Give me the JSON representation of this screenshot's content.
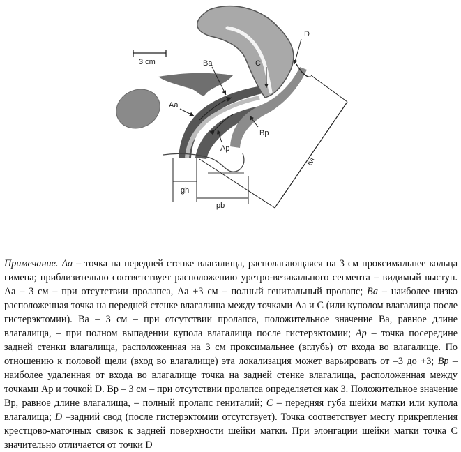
{
  "figure": {
    "scale_label": "3 cm",
    "labels": {
      "Ba": "Ba",
      "C": "C",
      "D": "D",
      "Aa": "Aa",
      "Ap": "Ap",
      "Bp": "Bp",
      "tvl": "tvl",
      "gh": "gh",
      "pb": "pb"
    }
  },
  "note": {
    "lead": "Примечание.",
    "term_aa": "Аа",
    "text_aa": " – точка на передней стенке влагалища, располагающаяся на 3 см проксимальнее кольца гимена; приблизительно соответствует расположению уретро-везикального сегмента – видимый выступ. Аа – 3 см – при отсутствии пролапса, Аа +3 см – полный генитальный пролапс; ",
    "term_ba": "Ва",
    "text_ba": " – наиболее низко расположенная точка на передней стенке влагалища между точками Аа и С (или куполом влагалища после гистерэктомии). Ва – 3 см – при отсутствии пролапса, положительное значение Ва, равное длине влагалища, – при полном выпадении купола влагалища после гистерэктомии; ",
    "term_ap": "Ар",
    "text_ap": " – точка посередине задней стенки влагалища, расположенная на 3 см проксимальнее (вглубь) от входа во влагалище. По отношению к половой щели (вход во влагалище) эта локализация может варьировать от –3 до +3; ",
    "term_bp": "Вр",
    "text_bp": " – наиболее удаленная от входа во влагалище точка на задней стенке влагалища, расположенная между точками Ар и точкой D. Вр – 3 см – при отсутствии пролапса определяется как 3. Положительное значение Вр, равное длине влагалища, – полный пролапс гениталий; ",
    "term_c": "С",
    "text_c": " – передняя губа шейки матки или купола влагалища; ",
    "term_d": "D",
    "text_d": " –задний свод (после гистерэктомии отсутствует). Точка соответствует месту прикрепления крестцово-маточных связок к задней поверхности шейки матки. При элонгации шейки матки точка С значительно отличается от точки D"
  }
}
